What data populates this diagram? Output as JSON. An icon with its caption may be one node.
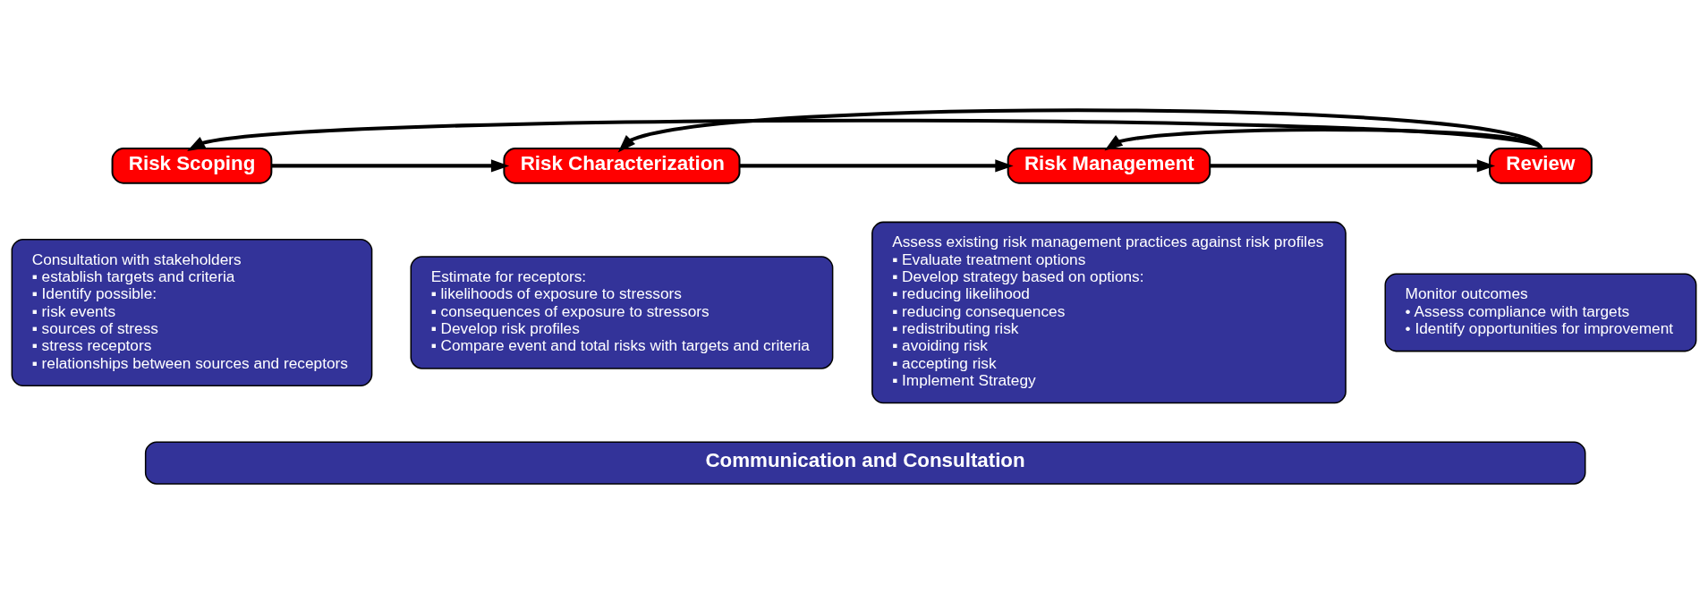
{
  "diagram": {
    "nodes": [
      {
        "text": [
          "Risk Scoping"
        ]
      },
      {
        "text": [
          "Risk Characterization"
        ]
      },
      {
        "text": [
          "Risk Management"
        ]
      },
      {
        "text": [
          "Review"
        ]
      },
      {
        "text": [
          "Consultation with stakeholders",
          "▪ establish targets and criteria",
          "▪ Identify possible:",
          "▪ risk events",
          "▪ sources of stress",
          "▪ stress receptors",
          "▪ relationships between sources and receptors"
        ]
      },
      {
        "text": [
          "Estimate for receptors:",
          "▪ likelihoods of exposure to stressors",
          "▪ consequences of exposure to stressors",
          "▪ Develop risk profiles",
          "▪ Compare event and total risks with targets and criteria"
        ]
      },
      {
        "text": [
          "Assess existing risk management practices against risk profiles",
          "▪ Evaluate treatment options",
          "▪ Develop strategy based on options:",
          "▪ reducing likelihood",
          "▪ reducing consequences",
          "▪ redistributing risk",
          "▪ avoiding risk",
          "▪ accepting risk",
          "▪ Implement Strategy"
        ]
      },
      {
        "text": [
          "Monitor outcomes",
          "• Assess compliance with targets",
          "• Identify opportunities for improvement"
        ]
      },
      {
        "text": [
          "Communication and Consultation"
        ]
      }
    ],
    "edges": [
      {
        "from": 0,
        "to": 1,
        "arrow": "to"
      },
      {
        "from": 1,
        "to": 2,
        "arrow": "to"
      },
      {
        "from": 2,
        "to": 3,
        "arrow": "to"
      },
      {
        "from": 3,
        "to": 0,
        "arrow": "to"
      },
      {
        "from": 3,
        "to": 1,
        "arrow": "to"
      },
      {
        "from": 3,
        "to": 2,
        "arrow": "to"
      }
    ]
  }
}
